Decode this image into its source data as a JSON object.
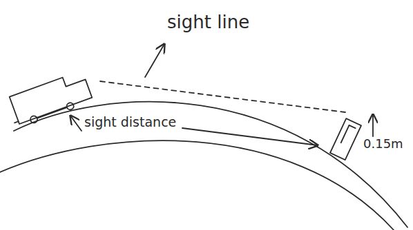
{
  "diagram": {
    "labels": [
      "sight line",
      "sight distance",
      "0.15m"
    ]
  }
}
